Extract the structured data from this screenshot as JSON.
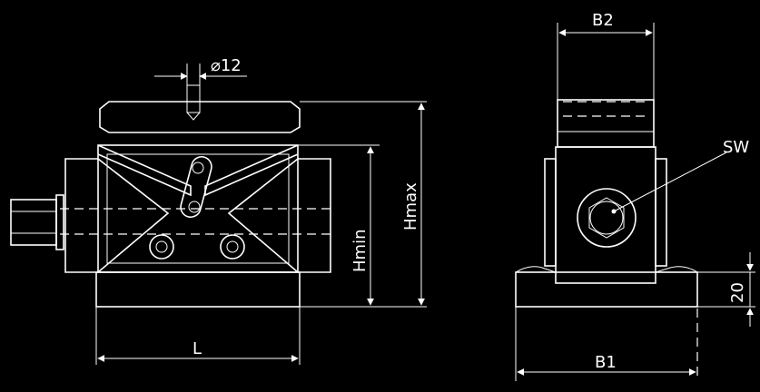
{
  "drawing": {
    "labels": {
      "diameter": "⌀12",
      "b2": "B2",
      "sw": "SW",
      "hmin": "Hmin",
      "hmax": "Hmax",
      "l": "L",
      "b1": "B1",
      "height20": "20"
    }
  }
}
